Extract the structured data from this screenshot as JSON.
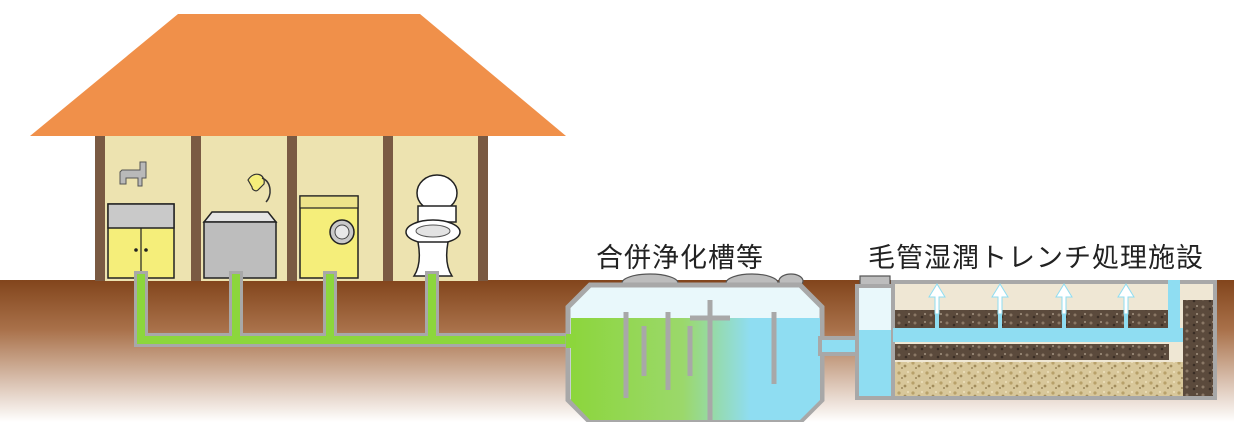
{
  "labels": {
    "tank": "合併浄化槽等",
    "trench": "毛管湿潤トレンチ処理施設"
  },
  "colors": {
    "roof": "#F0904A",
    "wall": "#EDE3B0",
    "post": "#7A5A43",
    "ground": "#82451C",
    "soil_fade": "#FFFFFF",
    "greywater": "#8CD63C",
    "clean_water": "#8FDDF2",
    "pipe_outline": "#A8A8A8",
    "fixture_yellow": "#F5EE7A",
    "gravel": "#D8C79A",
    "dark_soil": "#4A3B30"
  },
  "icons": [
    "faucet-icon",
    "shower-icon",
    "sink-fixture",
    "bathtub-fixture",
    "washing-machine-fixture",
    "toilet-fixture",
    "up-arrow-icon"
  ]
}
